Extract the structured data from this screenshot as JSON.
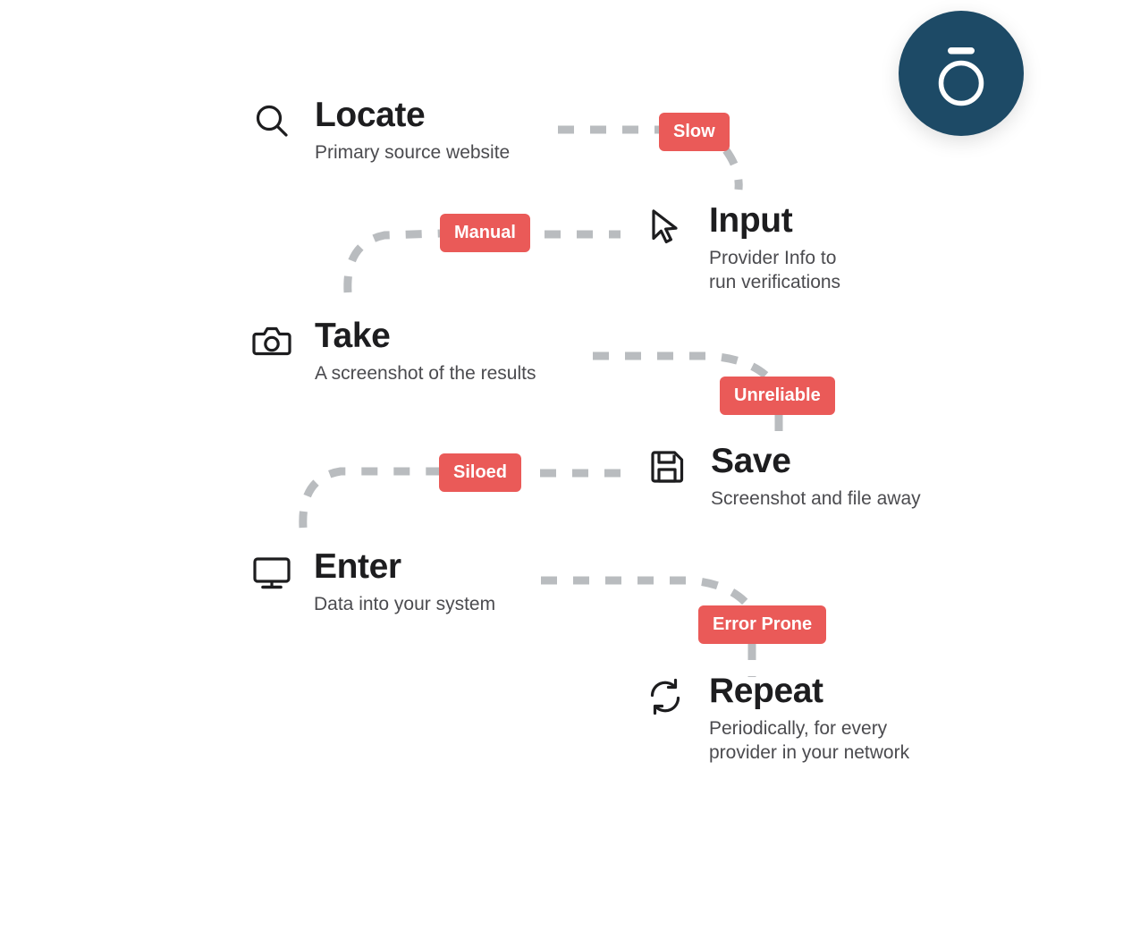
{
  "page": {
    "title": "Manual Provider Verification Workflow",
    "background_color": "#ffffff"
  },
  "brand": {
    "logo_name": "macron-o-logo",
    "color": "#1d4a66",
    "mark_color": "#ffffff"
  },
  "theme": {
    "badge_color": "#ea5a58",
    "badge_text_color": "#ffffff",
    "connector_color": "#b9bcbf",
    "title_color": "#1d1d1f",
    "subtitle_color": "#4b4b4f"
  },
  "steps": [
    {
      "id": "locate",
      "icon": "search-icon",
      "title": "Locate",
      "subtitle": "Primary source website"
    },
    {
      "id": "input",
      "icon": "cursor-arrow-icon",
      "title": "Input",
      "subtitle": "Provider Info to\nrun verifications"
    },
    {
      "id": "take",
      "icon": "camera-icon",
      "title": "Take",
      "subtitle": "A screenshot of the results"
    },
    {
      "id": "save",
      "icon": "floppy-disk-icon",
      "title": "Save",
      "subtitle": "Screenshot and file away"
    },
    {
      "id": "enter",
      "icon": "monitor-icon",
      "title": "Enter",
      "subtitle": "Data into your system"
    },
    {
      "id": "repeat",
      "icon": "refresh-cycle-icon",
      "title": "Repeat",
      "subtitle": "Periodically, for every\nprovider in your network"
    }
  ],
  "badges": [
    {
      "id": "slow",
      "label": "Slow"
    },
    {
      "id": "manual",
      "label": "Manual"
    },
    {
      "id": "unreliable",
      "label": "Unreliable"
    },
    {
      "id": "siloed",
      "label": "Siloed"
    },
    {
      "id": "error_prone",
      "label": "Error Prone"
    }
  ]
}
